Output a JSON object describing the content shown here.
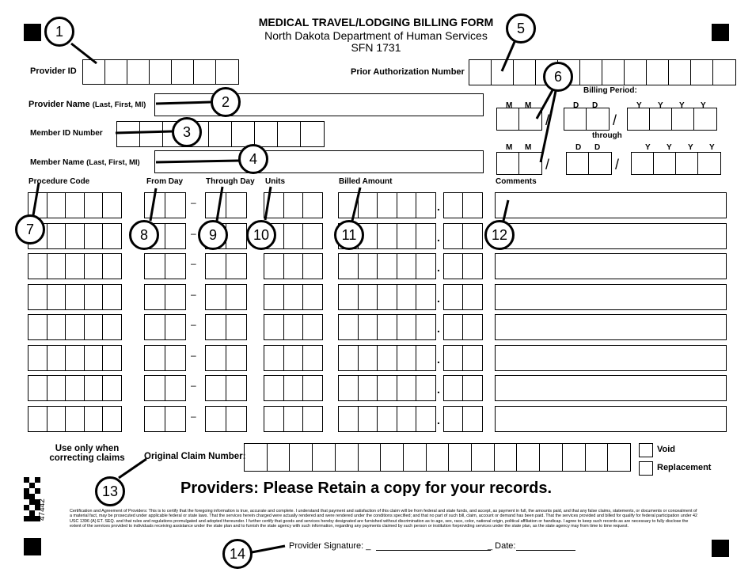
{
  "header": {
    "title": "MEDICAL TRAVEL/LODGING BILLING FORM",
    "subtitle": "North Dakota Department of Human Services",
    "form_number": "SFN 1731"
  },
  "fields": {
    "provider_id": "Provider ID",
    "prior_auth": "Prior Authorization Number",
    "provider_name": "Provider Name",
    "provider_name_hint": "(Last, First, MI)",
    "member_id": "Member  ID  Number",
    "member_name": "Member Name",
    "member_name_hint": "(Last, First, MI)"
  },
  "billing_period": {
    "label": "Billing Period:",
    "through": "through",
    "month": "M",
    "day": "D",
    "year": "Y",
    "slash": "/"
  },
  "columns": {
    "procedure_code": "Procedure Code",
    "from_day": "From Day",
    "through_day": "Through Day",
    "units": "Units",
    "billed_amount": "Billed Amount",
    "comments": "Comments",
    "dash": "–",
    "decimal": "."
  },
  "line_count": 8,
  "correction": {
    "note_line1": "Use only when",
    "note_line2": "correcting claims",
    "original_claim": "Original Claim Number:",
    "void": "Void",
    "replacement": "Replacement"
  },
  "retain_notice": "Providers: Please Retain a copy for your records.",
  "barcode_number": "47442",
  "certification": "Certification and Agreement of Providers:  This is to certify that the foregoing information is true, accurate and complete. I understand that payment and satisfaction of this claim will be from federal and state funds, and accept, as payment in full, the amounts paid, and that any false claims, statements, or documents or concealment of a material fact, may be prosecuted under applicable federal or state laws. That the services herein charged were actually rendered and were rendered under the conditions specified; and that no part of such bill, claim, account or demand has been paid. That the services provided and billed for qualify for federal participation under 42 USC 1396 (A) ET. SEQ. and that rules and regulations promulgated and adopted thereunder. I further certify that goods and services hereby designated are furnished without discrimination as to age, sex, race, color, national origin, political affiliation or handicap. I agree to keep such records as are necessary to fully disclose the extent of  the services provided to individuals receiving assistance under the state plan and to furnish the state agency with such information, regarding any payments claimed by such person or institution forproviding services under the state plan, as the state agency may from time to time request.",
  "signature": {
    "label": "Provider Signature: _",
    "date": "_ Date:"
  },
  "annotations": [
    "1",
    "2",
    "3",
    "4",
    "5",
    "6",
    "7",
    "8",
    "9",
    "10",
    "11",
    "12",
    "13",
    "14"
  ]
}
